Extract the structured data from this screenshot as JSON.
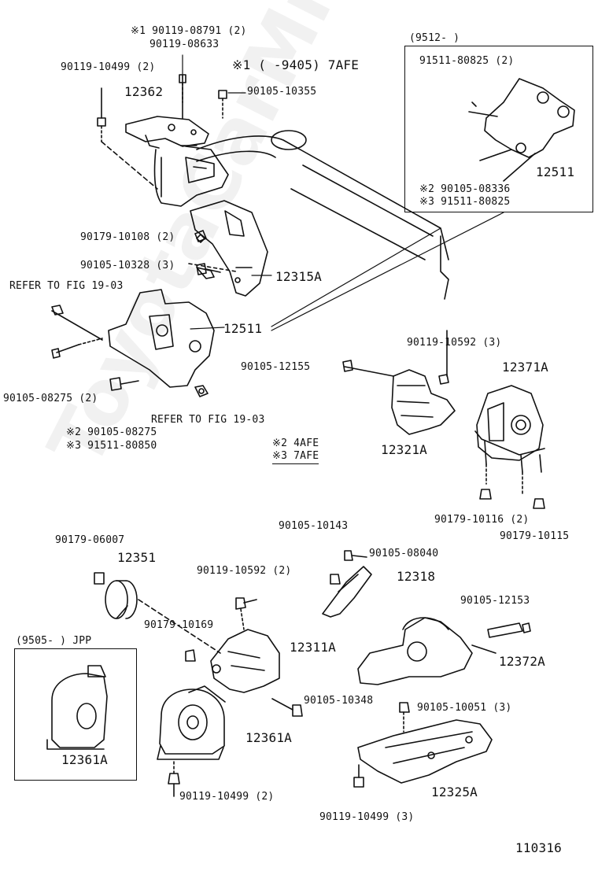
{
  "watermark": "ToyotaCarMirror",
  "notes": {
    "star1": "※1 (      -9405) 7AFE",
    "star2": "※2 4AFE",
    "star3": "※3 7AFE"
  },
  "box_top_right": {
    "header": "(9512-          )"
  },
  "box_bottom_left": {
    "header": "(9505-        ) JPP"
  },
  "figure_number": "110316",
  "labels": {
    "l_9011908791": "※1 90119-08791 (2)",
    "l_9011908633": "90119-08633",
    "l_9011910499_a": "90119-10499 (2)",
    "l_12362": "12362",
    "l_9010510355": "90105-10355",
    "l_9017910108": "90179-10108 (2)",
    "l_9010510328": "90105-10328 (3)",
    "l_12315a": "12315A",
    "l_refer1": "REFER TO FIG 19-03",
    "l_12511_main": "12511",
    "l_9010508275": "90105-08275 (2)",
    "l_refer2": "REFER TO FIG 19-03",
    "l_s2_9010508275": "※2 90105-08275",
    "l_s3_9151180850": "※3 91511-80850",
    "l_9010512155": "90105-12155",
    "l_12321a": "12321A",
    "l_9011910592_a": "90119-10592 (3)",
    "l_12371a": "12371A",
    "l_9017910116": "90179-10116 (2)",
    "l_9017910115": "90179-10115",
    "l_9151180825_a": "91511-80825 (2)",
    "l_12511_box": "12511",
    "l_s2_9010508336": "※2 90105-08336",
    "l_s3_9151180825": "※3 91511-80825",
    "l_9017906007": "90179-06007",
    "l_12351": "12351",
    "l_9011910592_b": "90119-10592 (2)",
    "l_9017910169": "90179-10169",
    "l_12311a": "12311A",
    "l_9010510348": "90105-10348",
    "l_12361a_main": "12361A",
    "l_9011910499_b": "90119-10499 (2)",
    "l_9010510143": "90105-10143",
    "l_9010508040": "90105-08040",
    "l_12318": "12318",
    "l_9010512153": "90105-12153",
    "l_12372a": "12372A",
    "l_9010510051": "90105-10051 (3)",
    "l_12325a": "12325A",
    "l_9011910499_c": "90119-10499 (3)",
    "l_12361a_box": "12361A"
  }
}
